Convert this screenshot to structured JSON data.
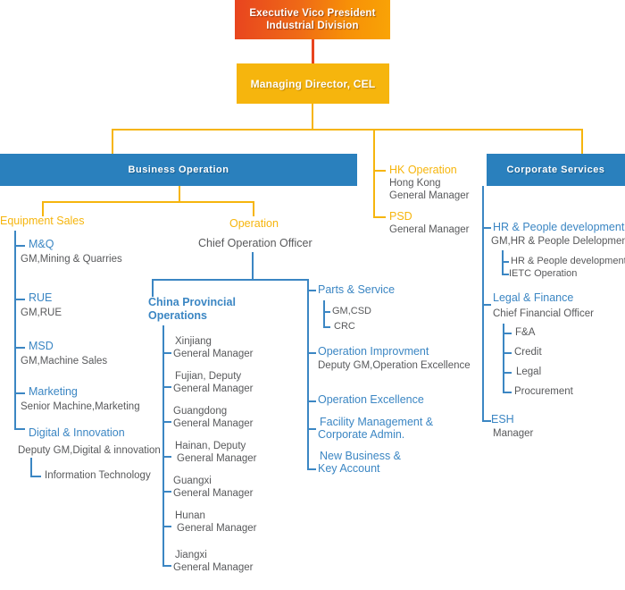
{
  "chart": {
    "type": "org-chart",
    "title": "Industrial Division Organization Chart",
    "colors": {
      "top_box_gradient_start": "#e8441f",
      "top_box_gradient_end": "#f9a406",
      "managing_director_box": "#f6b50d",
      "section_bar": "#2a80bd",
      "yellow_connector": "#f6b50d",
      "blue_connector": "#3b86c3",
      "blue_text": "#3b86c3",
      "yellow_text": "#f6b50d",
      "gray_text": "#58595b",
      "background": "#ffffff"
    }
  },
  "top": {
    "executive": "Executive Vico President\nIndustrial Division",
    "executive_line1": "Executive Vico President",
    "executive_line2": "Industrial Division",
    "managing_director": "Managing Director,  CEL"
  },
  "sections": {
    "business_operation": "Business Operation",
    "corporate_services": "Corporate Services"
  },
  "middle_branch": {
    "hk": {
      "title": "HK Operation",
      "line1": "Hong Kong",
      "line2": "General Manager"
    },
    "psd": {
      "title": "PSD",
      "line1": "General Manager"
    }
  },
  "equipment_sales": {
    "group_title": "Equipment Sales",
    "items": [
      {
        "title": "M&Q",
        "sub": "GM,Mining & Quarries"
      },
      {
        "title": "RUE",
        "sub": "GM,RUE"
      },
      {
        "title": "MSD",
        "sub": "GM,Machine Sales"
      },
      {
        "title": "Marketing",
        "sub": "Senior Machine,Marketing"
      },
      {
        "title": "Digital & Innovation",
        "sub": "Deputy GM,Digital & innovation"
      }
    ],
    "sub_item": "Information Technology"
  },
  "operation": {
    "group_title": "Operation",
    "head": "Chief Operation Officer",
    "china_provincial": {
      "title_line1": "China Provincial",
      "title_line2": "Operations",
      "provinces": [
        {
          "name": "Xinjiang",
          "role": "General Manager"
        },
        {
          "name": "Fujian, Deputy",
          "role": "General Manager"
        },
        {
          "name": "Guangdong",
          "role": "General Manager"
        },
        {
          "name": "Hainan, Deputy",
          "role": "General Manager"
        },
        {
          "name": "Guangxi",
          "role": "General Manager"
        },
        {
          "name": "Hunan",
          "role": "General Manager"
        },
        {
          "name": "Jiangxi",
          "role": "General Manager"
        }
      ]
    },
    "functions": [
      {
        "title": "Parts & Service",
        "sub": "",
        "children": [
          "GM,CSD",
          "CRC"
        ]
      },
      {
        "title": "Operation Improvment",
        "sub": "Deputy GM,Operation Excellence",
        "children": []
      },
      {
        "title": "Operation Excellence",
        "sub": "",
        "children": []
      },
      {
        "title": "Facility Management &\nCorporate Admin.",
        "title_line1": "Facility Management &",
        "title_line2": "Corporate Admin.",
        "sub": "",
        "children": []
      },
      {
        "title": "New Business &\nKey Account",
        "title_line1": "New Business &",
        "title_line2": "Key Account",
        "sub": "",
        "children": []
      }
    ]
  },
  "corporate_services": {
    "items": [
      {
        "title": "HR & People development",
        "sub": "GM,HR & People Delelopment",
        "children": [
          "HR & People development",
          "IETC Operation"
        ]
      },
      {
        "title": "Legal & Finance",
        "sub": "Chief Financial Officer",
        "children": [
          "F&A",
          "Credit",
          "Legal",
          "Procurement"
        ]
      },
      {
        "title": "ESH",
        "sub": "Manager",
        "children": []
      }
    ]
  }
}
